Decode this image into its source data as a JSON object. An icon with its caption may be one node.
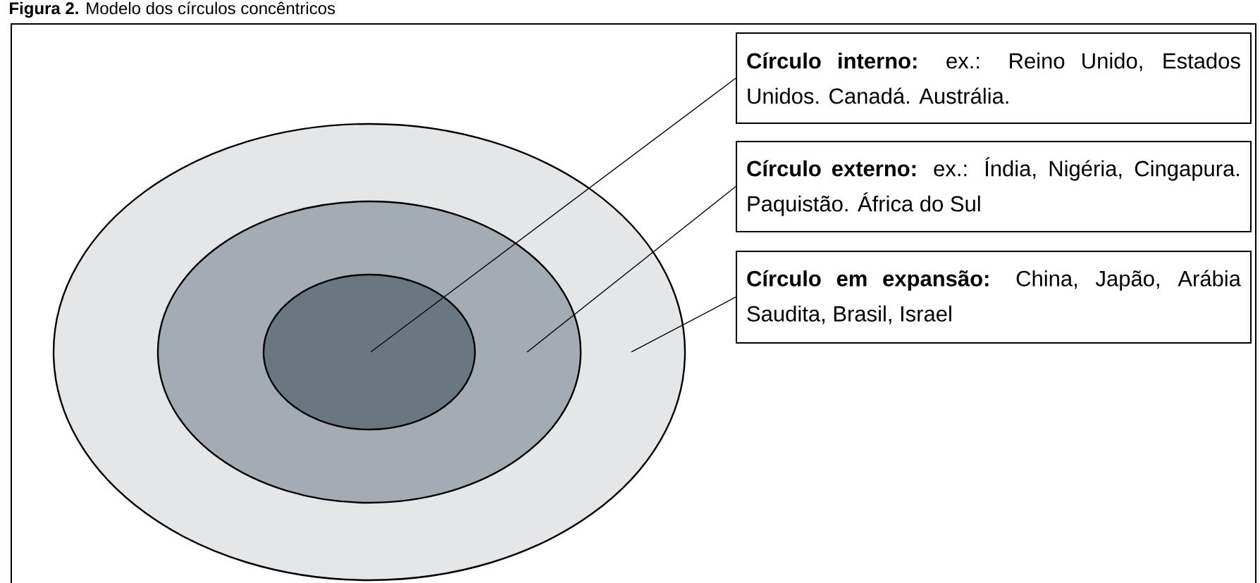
{
  "diagram": {
    "title": "**Figura 2.** Modelo dos círculos concêntricos",
    "nodes": [
      {
        "text": [],
        "shape": "circle"
      },
      {
        "text": [],
        "shape": "circle",
        "in": 0
      },
      {
        "text": [],
        "shape": "circle",
        "in": 1
      },
      {
        "text": [
          "**Círculo interno:** ex.: Reino Unido, Estados Unidos. Canadá. Austrália."
        ]
      },
      {
        "text": [
          "**Círculo externo:** ex.: Índia, Nigéria, Cingapura. Paquistão. África do Sul"
        ]
      },
      {
        "text": [
          "**Círculo em expansão:** China, Japão, Arábia Saudita, Brasil, Israel"
        ]
      }
    ],
    "edges": [
      {
        "from": 3,
        "to": 2,
        "arrow": "none"
      },
      {
        "from": 4,
        "to": 1,
        "arrow": "none"
      },
      {
        "from": 5,
        "to": 0,
        "arrow": "none"
      }
    ]
  }
}
